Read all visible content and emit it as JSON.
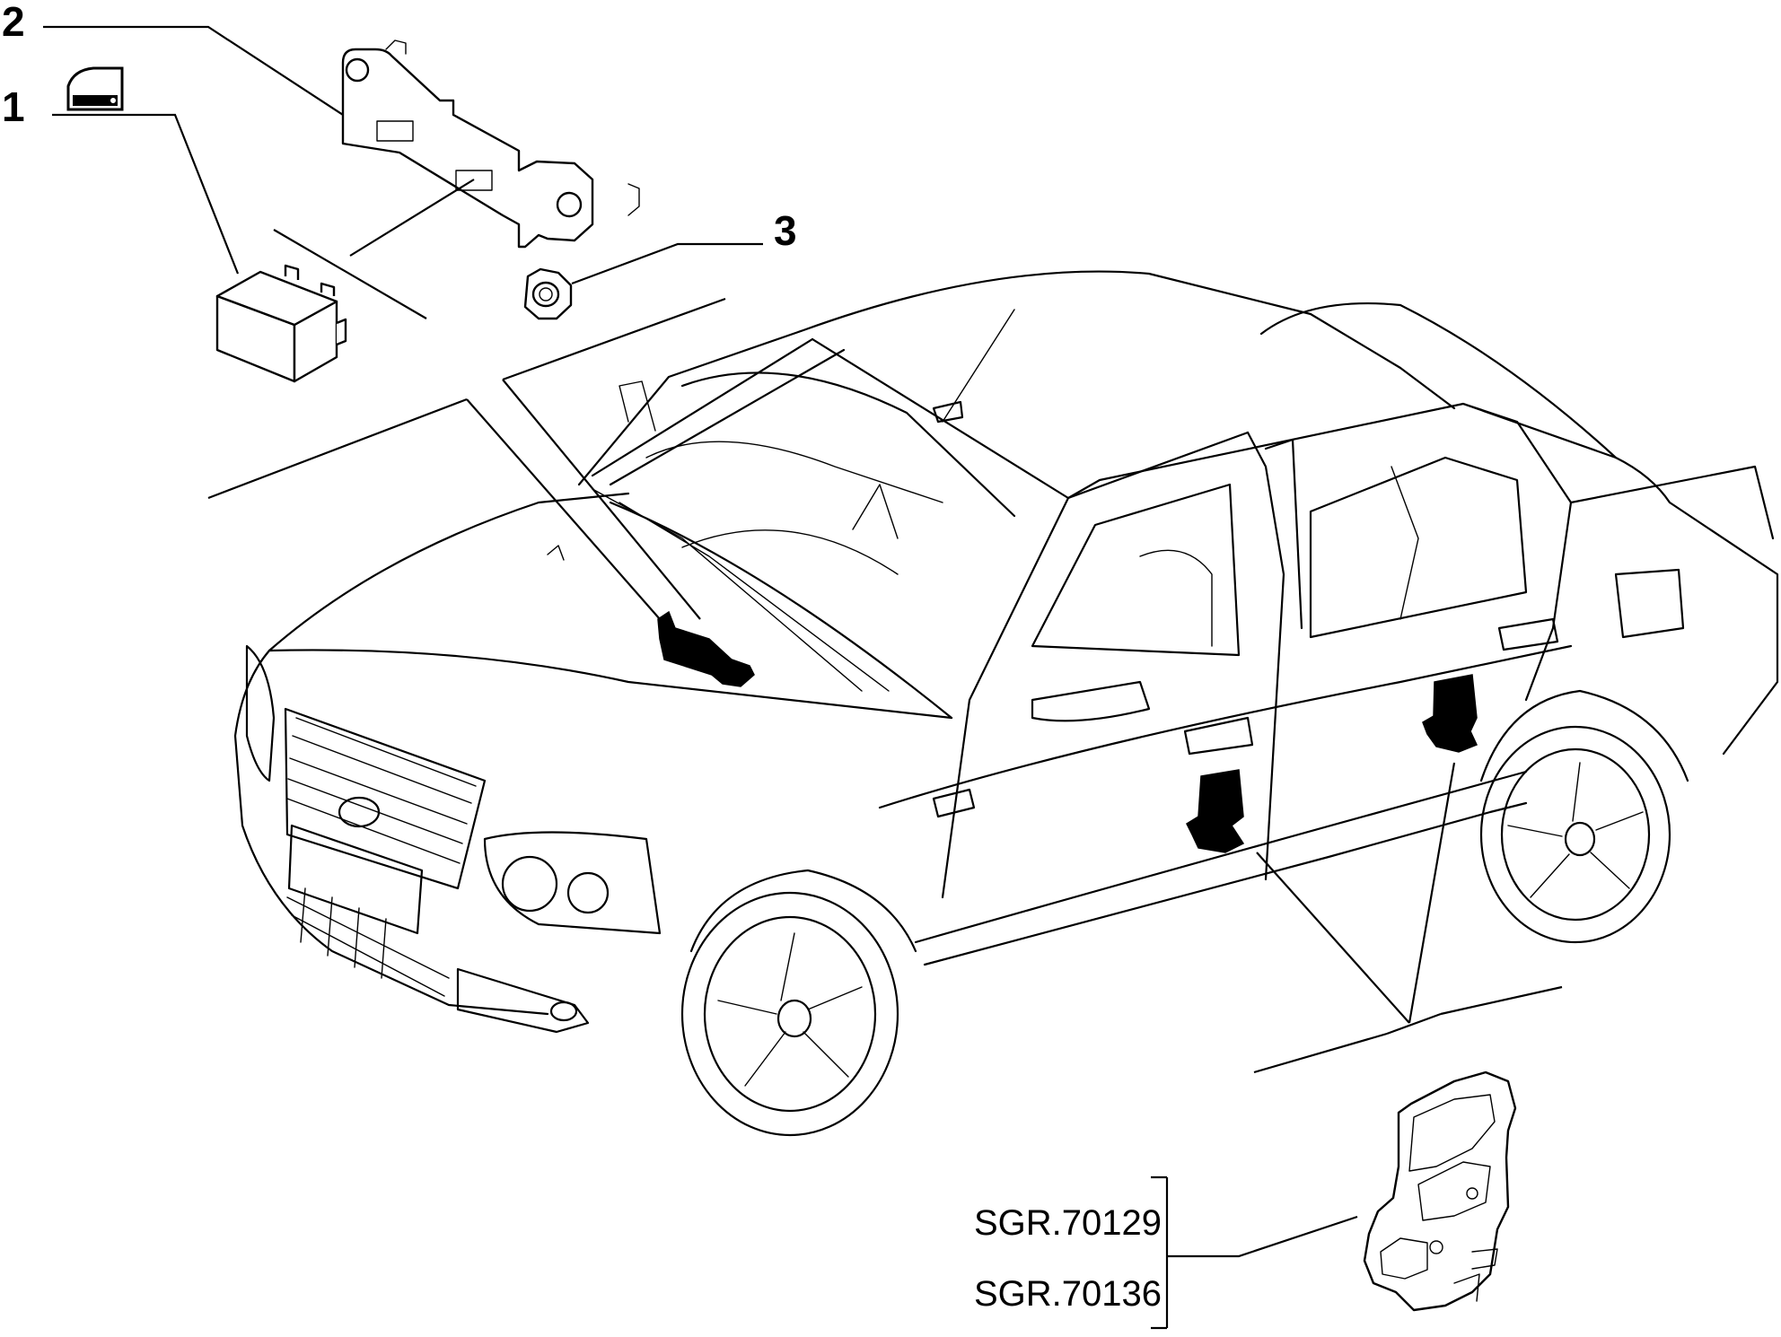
{
  "diagram": {
    "callouts": [
      {
        "id": "callout-1",
        "label": "1"
      },
      {
        "id": "callout-2",
        "label": "2"
      },
      {
        "id": "callout-3",
        "label": "3"
      }
    ],
    "references": [
      {
        "id": "ref-1",
        "label": "SGR.70129"
      },
      {
        "id": "ref-2",
        "label": "SGR.70136"
      }
    ],
    "icons": [
      "door-lock-icon"
    ],
    "colors": {
      "line": "#000000",
      "background": "#ffffff"
    }
  }
}
